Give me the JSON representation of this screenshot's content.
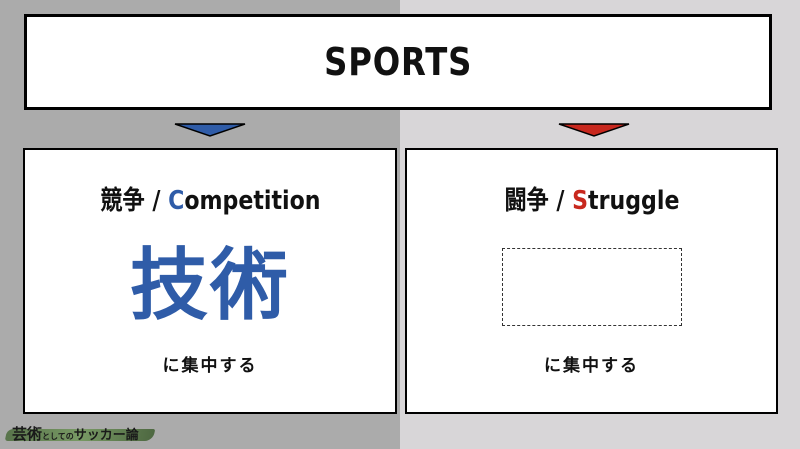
{
  "colors": {
    "left_background": "#ababab",
    "right_background": "#d8d6d8",
    "competition_accent": "#2f5ca8",
    "struggle_accent": "#c8281e"
  },
  "header": {
    "title": "SPORTS"
  },
  "left_panel": {
    "heading_kanji": "競争 / ",
    "heading_accent": "C",
    "heading_rest": "ompetition",
    "main_word": "技術",
    "sub_text": "に集中する",
    "arrow_color": "#2f5ca8"
  },
  "right_panel": {
    "heading_kanji": "闘争 / ",
    "heading_accent": "S",
    "heading_rest": "truggle",
    "main_word": "",
    "sub_text": "に集中する",
    "arrow_color": "#c8281e"
  },
  "logo": {
    "part1": "芸術",
    "part2": "としての",
    "part3": "サッカー論"
  }
}
